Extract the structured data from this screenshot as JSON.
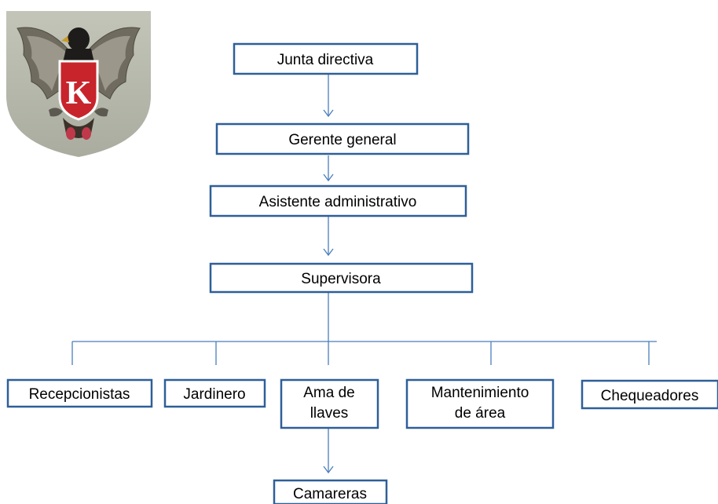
{
  "logo": {
    "letter": "K",
    "description_icon": "eagle-crest-icon"
  },
  "org_chart": {
    "nodes": {
      "board": "Junta directiva",
      "general_manager": "Gerente general",
      "admin_assistant": "Asistente administrativo",
      "supervisor": "Supervisora",
      "receptionists": "Recepcionistas",
      "gardener": "Jardinero",
      "housekeeper_line1": "Ama de",
      "housekeeper_line2": "llaves",
      "maintenance_line1": "Mantenimiento",
      "maintenance_line2": "de área",
      "checkers": "Chequeadores",
      "maids": "Camareras"
    }
  },
  "colors": {
    "box_border": "#2e5f98",
    "connector": "#4a7ebb",
    "text": "#000000",
    "logo_bg": "#b9bcae",
    "logo_shield": "#c8242b"
  }
}
